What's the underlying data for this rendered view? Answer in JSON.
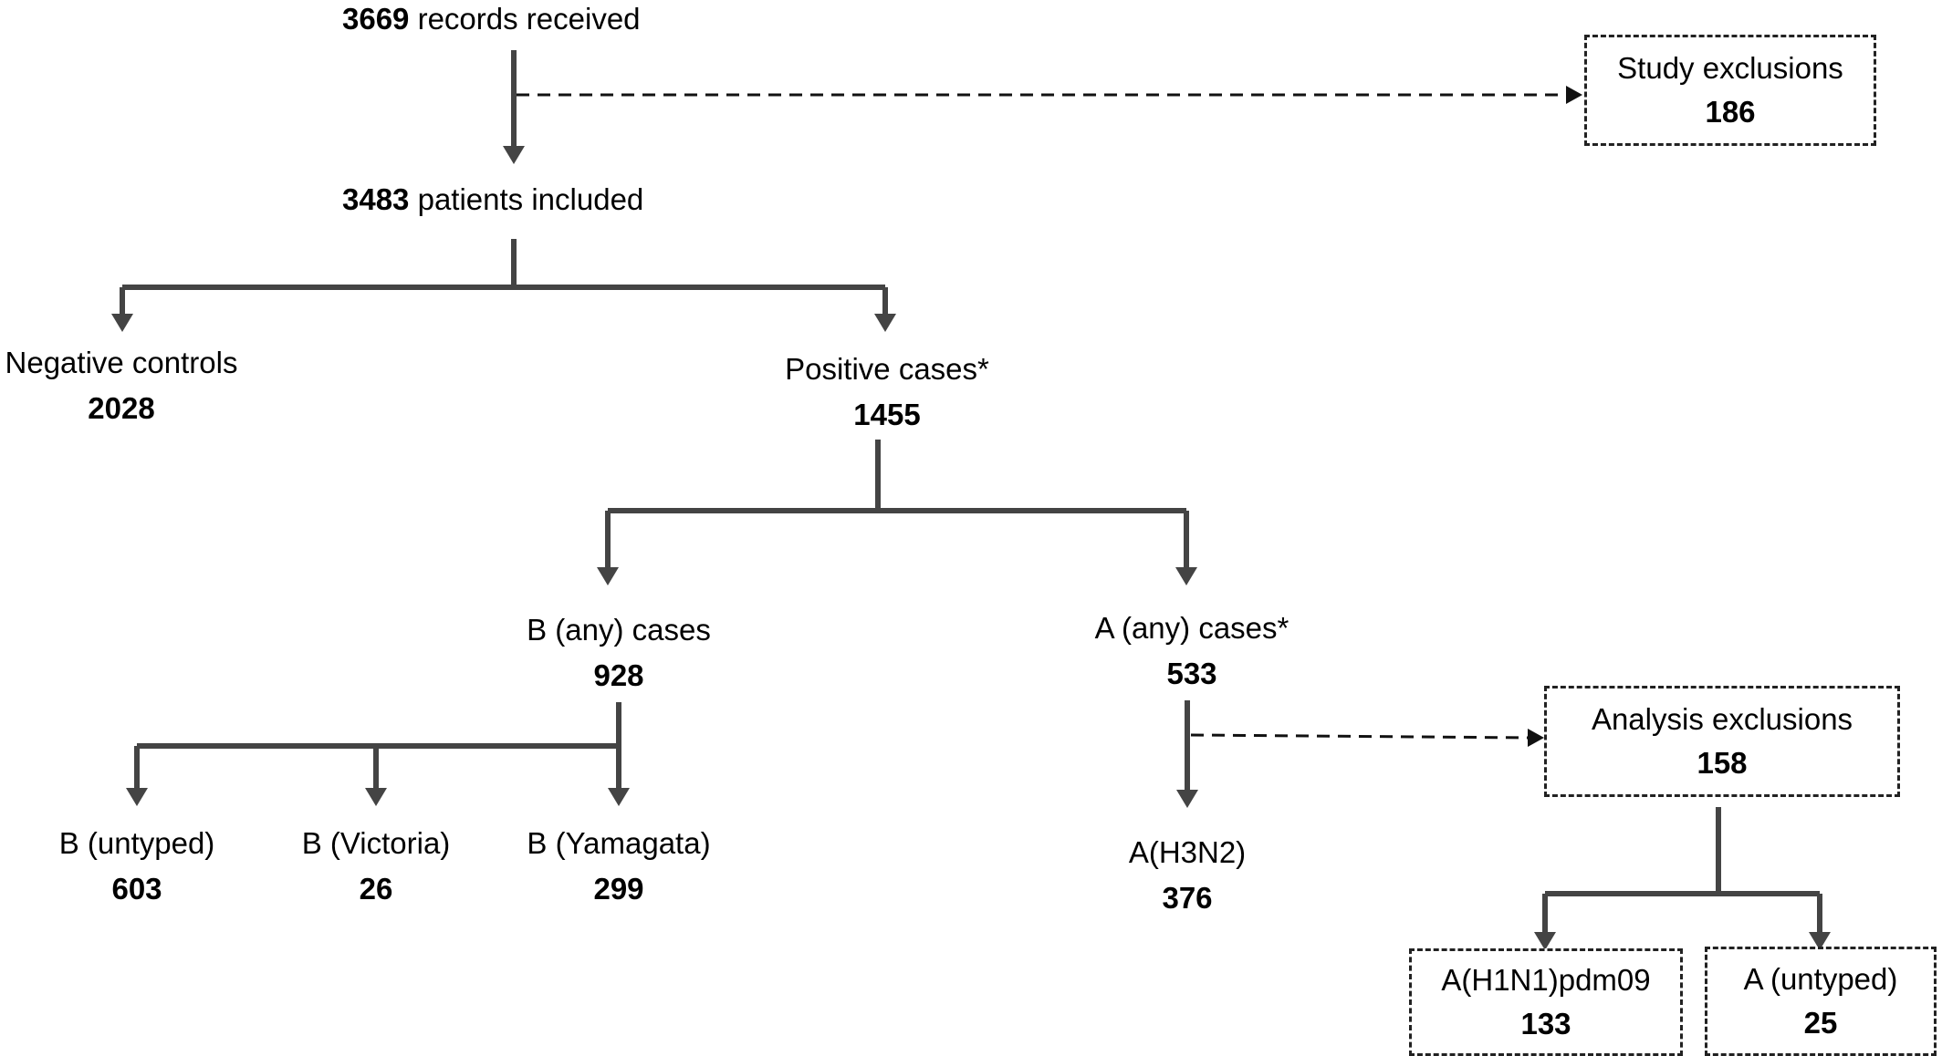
{
  "nodes": {
    "records": {
      "count": "3669",
      "label": "records received"
    },
    "included": {
      "count": "3483",
      "label": "patients included"
    },
    "study_exclusions": {
      "label": "Study exclusions",
      "count": "186"
    },
    "negative_controls": {
      "label": "Negative controls",
      "count": "2028"
    },
    "positive_cases": {
      "label": "Positive cases*",
      "count": "1455"
    },
    "b_any": {
      "label": "B (any) cases",
      "count": "928"
    },
    "a_any": {
      "label": "A (any) cases*",
      "count": "533"
    },
    "analysis_exclusions": {
      "label": "Analysis exclusions",
      "count": "158"
    },
    "b_untyped": {
      "label": "B (untyped)",
      "count": "603"
    },
    "b_victoria": {
      "label": "B (Victoria)",
      "count": "26"
    },
    "b_yamagata": {
      "label": "B (Yamagata)",
      "count": "299"
    },
    "a_h3n2": {
      "label": "A(H3N2)",
      "count": "376"
    },
    "a_h1n1": {
      "label": "A(H1N1)pdm09",
      "count": "133"
    },
    "a_untyped": {
      "label": "A (untyped)",
      "count": "25"
    }
  },
  "colors": {
    "line": "#444444",
    "box_border": "#222222"
  }
}
